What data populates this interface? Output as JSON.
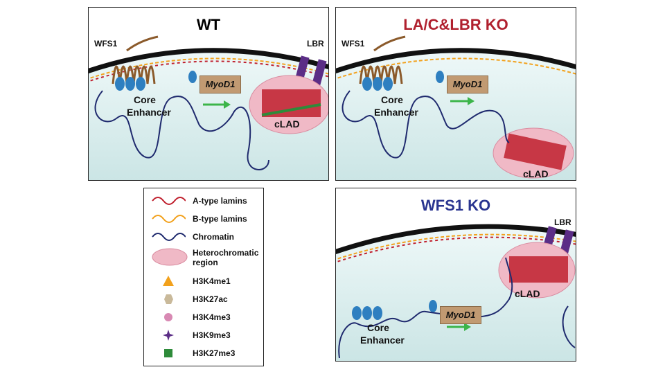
{
  "panels": {
    "wt": {
      "title": "WT",
      "title_color": "#111111"
    },
    "lac_lbr_ko": {
      "title": "LA/C&LBR KO",
      "title_color": "#b0202e"
    },
    "wfs1_ko": {
      "title": "WFS1 KO",
      "title_color": "#2a3590"
    }
  },
  "labels": {
    "wfs1": "WFS1",
    "lbr": "LBR",
    "core": "Core",
    "enhancer": "Enhancer",
    "gene": "MyoD1",
    "clad": "cLAD"
  },
  "legend": {
    "items": [
      {
        "label": "A-type lamins",
        "icon": "red-wave"
      },
      {
        "label": "B-type lamins",
        "icon": "orange-wave"
      },
      {
        "label": "Chromatin",
        "icon": "blue-wave"
      },
      {
        "label": "Heterochromatic region",
        "icon": "pink-oval"
      },
      {
        "label": "H3K4me1",
        "icon": "orange-triangle"
      },
      {
        "label": "H3K27ac",
        "icon": "tan-hexagon"
      },
      {
        "label": "H3K4me3",
        "icon": "pink-circle"
      },
      {
        "label": "H3K9me3",
        "icon": "purple-star"
      },
      {
        "label": "H3K27me3",
        "icon": "green-square"
      }
    ]
  },
  "colors": {
    "a_lamin": "#c0202e",
    "b_lamin": "#f2a11c",
    "chromatin": "#1f2a6e",
    "nucleus_fill": "#dcefef",
    "heterochromatin": "#f0b9c6",
    "wfs1": "#8b5a2b",
    "lbr": "#5b2d86",
    "nucleosome": "#2e7fc0",
    "arrow": "#3cb54a",
    "gene_box": "#c19a72"
  }
}
